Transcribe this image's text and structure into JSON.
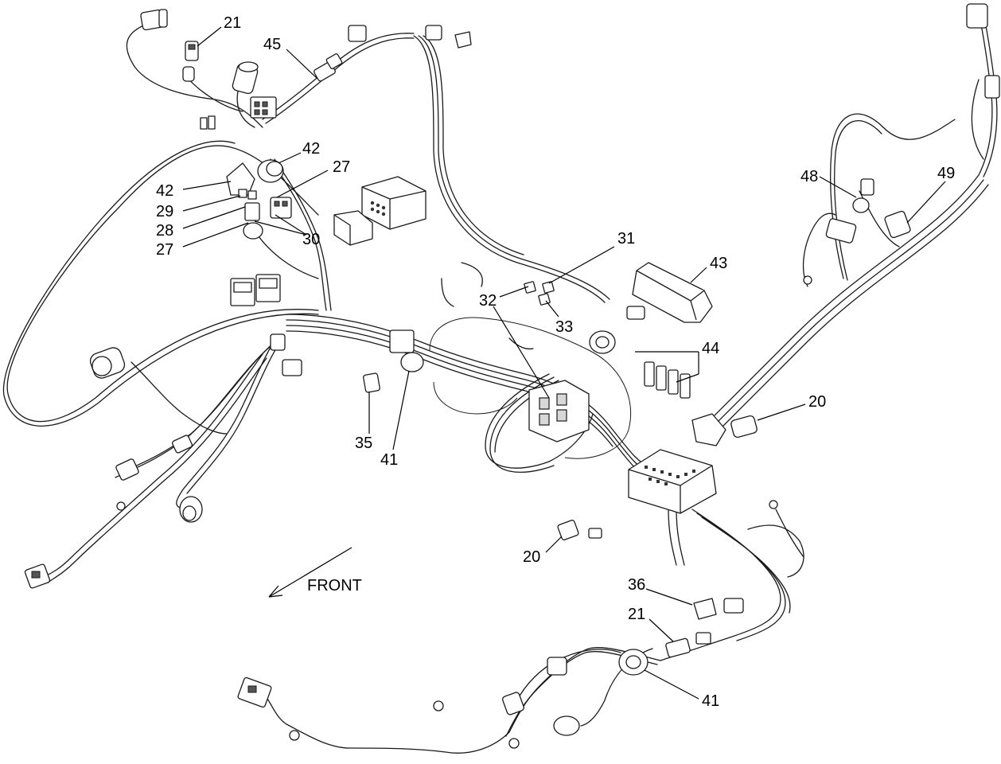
{
  "callouts": [
    {
      "id": "c21a",
      "label": "21"
    },
    {
      "id": "c45",
      "label": "45"
    },
    {
      "id": "c42a",
      "label": "42"
    },
    {
      "id": "c27a",
      "label": "27"
    },
    {
      "id": "c42b",
      "label": "42"
    },
    {
      "id": "c29",
      "label": "29"
    },
    {
      "id": "c28",
      "label": "28"
    },
    {
      "id": "c27b",
      "label": "27"
    },
    {
      "id": "c30",
      "label": "30"
    },
    {
      "id": "c31",
      "label": "31"
    },
    {
      "id": "c32",
      "label": "32"
    },
    {
      "id": "c33",
      "label": "33"
    },
    {
      "id": "c43",
      "label": "43"
    },
    {
      "id": "c44",
      "label": "44"
    },
    {
      "id": "c35",
      "label": "35"
    },
    {
      "id": "c41a",
      "label": "41"
    },
    {
      "id": "c48",
      "label": "48"
    },
    {
      "id": "c49",
      "label": "49"
    },
    {
      "id": "c20a",
      "label": "20"
    },
    {
      "id": "c20b",
      "label": "20"
    },
    {
      "id": "c36",
      "label": "36"
    },
    {
      "id": "c21b",
      "label": "21"
    },
    {
      "id": "c41b",
      "label": "41"
    }
  ],
  "front_label": "FRONT"
}
